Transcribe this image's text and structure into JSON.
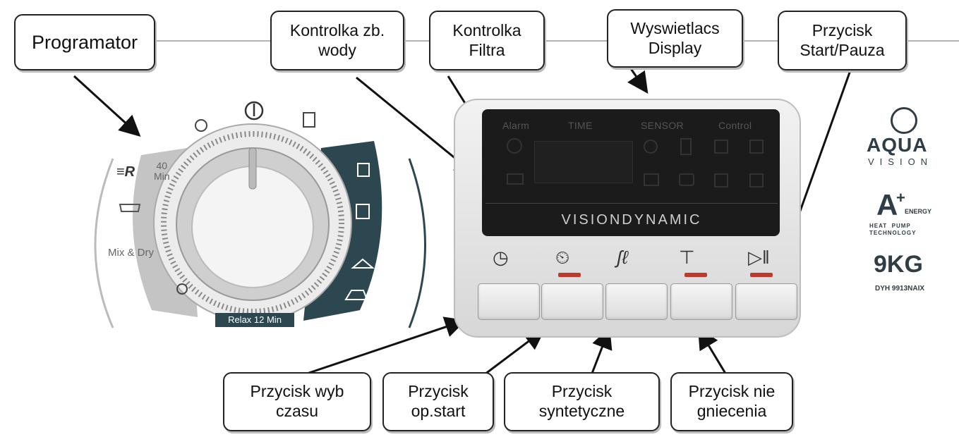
{
  "callouts": {
    "programator": "Programator",
    "water_line1": "Kontrolka zb.",
    "water_line2": "wody",
    "filter_line1": "Kontrolka",
    "filter_line2": "Filtra",
    "display_line1": "Wyswietlacs",
    "display_line2": "Display",
    "start_line1": "Przycisk",
    "start_line2": "Start/Pauza",
    "time_sel_line1": "Przycisk wyb",
    "time_sel_line2": "czasu",
    "delay_line1": "Przycisk",
    "delay_line2": "op.start",
    "synth_line1": "Przycisk",
    "synth_line2": "syntetyczne",
    "nocrease_line1": "Przycisk nie",
    "nocrease_line2": "gniecenia"
  },
  "dial": {
    "min40_line1": "40",
    "min40_line2": "Min",
    "mix_dry": "Mix & Dry",
    "relax": "Relax 12 Min",
    "power_symbol": "I"
  },
  "panel": {
    "alarm": "Alarm",
    "time": "TIME",
    "sensor": "SENSOR",
    "control": "Control",
    "brand": "VISIONDYNAMIC"
  },
  "badges": {
    "aqua": "AQUA",
    "vision": "VISION",
    "energy_sup": "+",
    "energy": "ENERGY",
    "heat_pump": "HEAT  PUMP",
    "technology": "TECHNOLOGY",
    "capacity": "9KG",
    "model": "DYH 9913NAIX"
  },
  "colors": {
    "dial_teal": "#2d4750",
    "led_red": "#c0392b",
    "panel_dark": "#1b1b1b"
  }
}
